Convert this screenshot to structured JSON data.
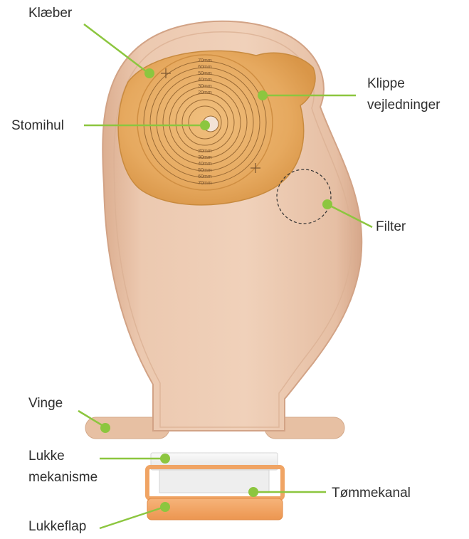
{
  "labels": {
    "adhesive": "Klæber",
    "stoma_hole": "Stomihul",
    "cut_guides_1": "Klippe",
    "cut_guides_2": "vejledninger",
    "filter": "Filter",
    "wing": "Vinge",
    "closure_1": "Lukke",
    "closure_2": "mekanisme",
    "drain_channel": "Tømmekanal",
    "closure_flap": "Lukkeflap"
  },
  "ring_scale": [
    "70mm",
    "60mm",
    "50mm",
    "40mm",
    "30mm",
    "20mm"
  ],
  "colors": {
    "pointer": "#8cc63f",
    "pouch": "#e8c2a6",
    "adhesive": "#e3a860",
    "closure_flap": "#f0a060"
  },
  "icons": [
    "cross-mark-icon",
    "filter-circle-icon"
  ]
}
